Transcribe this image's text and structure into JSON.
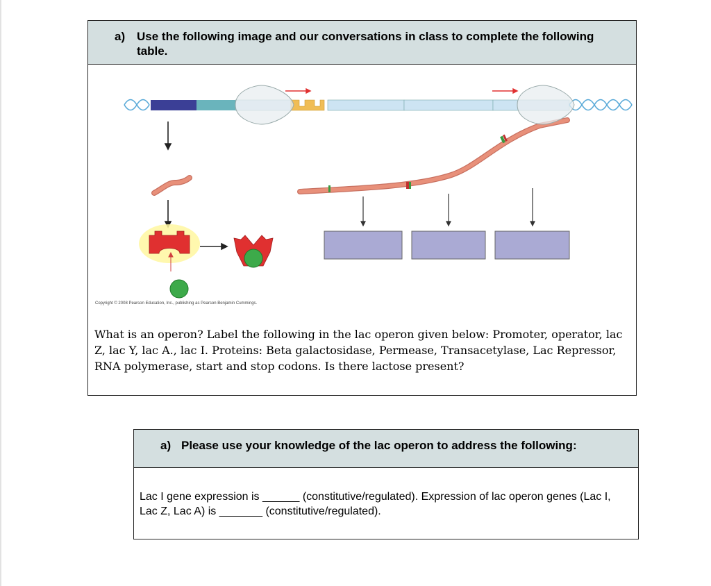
{
  "section1": {
    "marker": "a)",
    "heading": "Use the following image and our conversations in class to complete the following table.",
    "copyright": "Copyright © 2008 Pearson Education, Inc., publishing as Pearson Benjamin Cummings.",
    "question": "What is an operon? Label the following in the lac operon given below: Promoter, operator, lac Z, lac Y, lac A., lac I. Proteins: Beta galactosidase, Permease, Transacetylase, Lac Repressor, RNA polymerase, start and stop codons. Is there lactose present?"
  },
  "section2": {
    "marker": "a)",
    "heading": "Please use your knowledge of the lac operon to address the following:",
    "body": "Lac I gene expression is ______ (constitutive/regulated). Expression of lac operon genes (Lac I, Lac Z, Lac A) is _______ (constitutive/regulated)."
  },
  "colors": {
    "header_bg": "#d4dfe0",
    "repressor_gene": "#3b3f96",
    "promoter": "#6ab4bc",
    "gene_segment": "#cde4f3",
    "operator": "#f0bd55",
    "mrna": "#e8907a",
    "repressor_protein": "#e03030",
    "inducer": "#3daa4a",
    "protein_box": "#aaaad4"
  }
}
